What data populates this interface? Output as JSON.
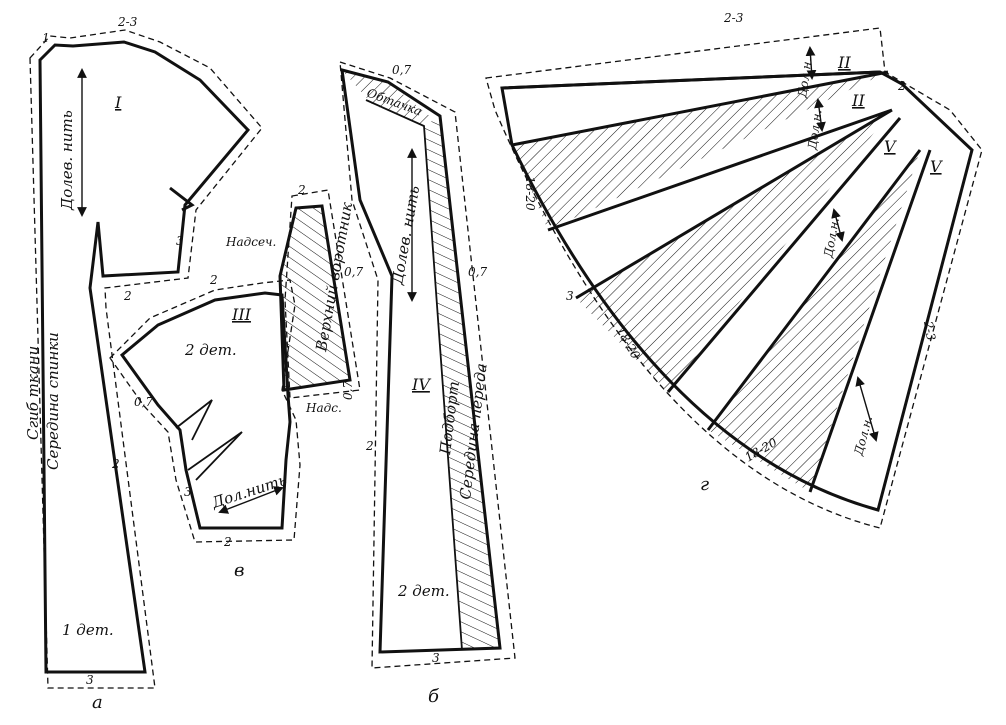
{
  "colors": {
    "ink": "#111111",
    "paper": "#ffffff"
  },
  "captions": {
    "a": "а",
    "b": "б",
    "v": "в",
    "g": "г"
  },
  "piece_back": {
    "roman": "I",
    "grain": "Долев. нить",
    "fold": "Сгиб ткани",
    "center": "Середина спинки",
    "count": "1 дет.",
    "allowances": [
      "1",
      "2-3",
      "3",
      "2",
      "2",
      "3"
    ]
  },
  "piece_sleeve": {
    "roman": "III",
    "count": "2 дет.",
    "grain": "Дол.нить",
    "notch": "Надсеч.",
    "allowances": [
      "2",
      "0,7",
      "3",
      "2"
    ]
  },
  "piece_collar": {
    "label": "Верхний воротник",
    "notch": "Надс.",
    "allowances": [
      "2",
      "0,7",
      "0,7"
    ]
  },
  "piece_front": {
    "roman": "IV",
    "facing": "Обтачка",
    "grain": "Долев. нить",
    "podbort": "Подборт",
    "center": "Середина переда",
    "count": "2 дет.",
    "allowances": [
      "0,7",
      "0,7",
      "2",
      "3"
    ]
  },
  "piece_fan": {
    "romans": [
      "II",
      "II",
      "V",
      "V"
    ],
    "grains": [
      "Дол.н.",
      "Дол.н.",
      "Дол.н.",
      "Дол.н."
    ],
    "widths": [
      "18-20",
      "18-20",
      "18-20"
    ],
    "allowances": [
      "2-3",
      "2",
      "3",
      "2-3"
    ]
  }
}
